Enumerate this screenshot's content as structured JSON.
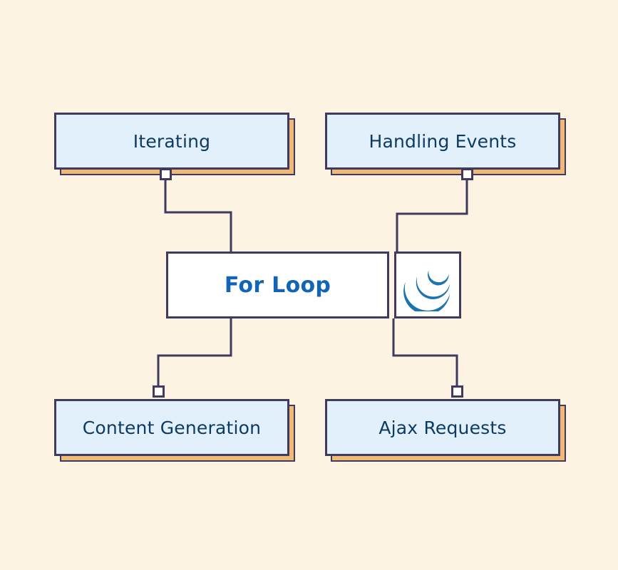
{
  "diagram": {
    "title": "For Loop",
    "background_color": "#fdf3e3",
    "center": {
      "label": "For Loop",
      "text_color": "#1265b5",
      "fill": "#ffffff",
      "border_color": "#3f3a5e"
    },
    "logo": {
      "name": "jquery-logo",
      "color": "#1b73b0",
      "fill": "#ffffff"
    },
    "node_style": {
      "fill": "#e2f0fc",
      "shadow_color": "#f0b977",
      "border_color": "#3f3a5e",
      "text_color": "#0d3b62"
    },
    "connector_color": "#3f3a5e",
    "nodes": [
      {
        "id": "iterating",
        "label": "Iterating",
        "position": "top-left"
      },
      {
        "id": "handling-events",
        "label": "Handling Events",
        "position": "top-right"
      },
      {
        "id": "content-generation",
        "label": "Content Generation",
        "position": "bottom-left"
      },
      {
        "id": "ajax-requests",
        "label": "Ajax Requests",
        "position": "bottom-right"
      }
    ]
  }
}
